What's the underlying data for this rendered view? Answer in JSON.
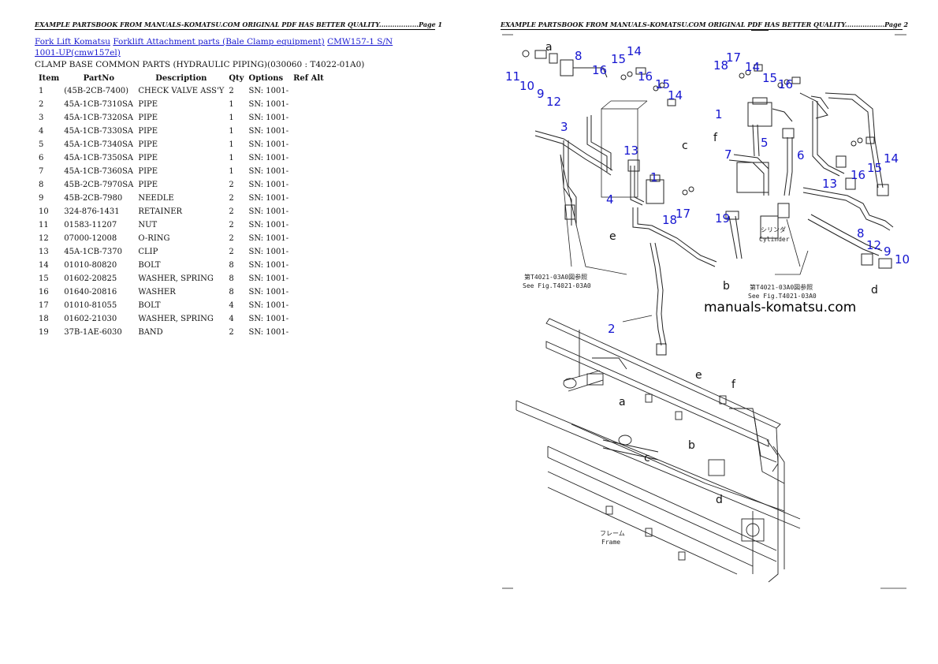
{
  "page1": {
    "header": "EXAMPLE PARTSBOOK FROM MANUALS-KOMATSU.COM ORIGINAL PDF HAS BETTER QUALITY..................Page 1",
    "breadcrumbs": [
      "Fork Lift Komatsu",
      "Forklift Attachment parts (Bale Clamp equipment)",
      "CMW157-1 S/N 1001-UP(cmw157el)"
    ],
    "title": "CLAMP BASE COMMON PARTS (HYDRAULIC PIPING)(030060 : T4022-01A0)",
    "columns": [
      "Item",
      "PartNo",
      "Description",
      "Qty",
      "Options",
      "Ref Alt"
    ],
    "rows": [
      [
        "1",
        "(45B-2CB-7400)",
        "CHECK VALVE ASS'Y",
        "2",
        "SN: 1001-",
        ""
      ],
      [
        "2",
        "45A-1CB-7310SA",
        "PIPE",
        "1",
        "SN: 1001-",
        ""
      ],
      [
        "3",
        "45A-1CB-7320SA",
        "PIPE",
        "1",
        "SN: 1001-",
        ""
      ],
      [
        "4",
        "45A-1CB-7330SA",
        "PIPE",
        "1",
        "SN: 1001-",
        ""
      ],
      [
        "5",
        "45A-1CB-7340SA",
        "PIPE",
        "1",
        "SN: 1001-",
        ""
      ],
      [
        "6",
        "45A-1CB-7350SA",
        "PIPE",
        "1",
        "SN: 1001-",
        ""
      ],
      [
        "7",
        "45A-1CB-7360SA",
        "PIPE",
        "1",
        "SN: 1001-",
        ""
      ],
      [
        "8",
        "45B-2CB-7970SA",
        "PIPE",
        "2",
        "SN: 1001-",
        ""
      ],
      [
        "9",
        "45B-2CB-7980",
        "NEEDLE",
        "2",
        "SN: 1001-",
        ""
      ],
      [
        "10",
        "324-876-1431",
        "RETAINER",
        "2",
        "SN: 1001-",
        ""
      ],
      [
        "11",
        "01583-11207",
        "NUT",
        "2",
        "SN: 1001-",
        ""
      ],
      [
        "12",
        "07000-12008",
        "O-RING",
        "2",
        "SN: 1001-",
        ""
      ],
      [
        "13",
        "45A-1CB-7370",
        "CLIP",
        "2",
        "SN: 1001-",
        ""
      ],
      [
        "14",
        "01010-80820",
        "BOLT",
        "8",
        "SN: 1001-",
        ""
      ],
      [
        "15",
        "01602-20825",
        "WASHER, SPRING",
        "8",
        "SN: 1001-",
        ""
      ],
      [
        "16",
        "01640-20816",
        "WASHER",
        "8",
        "SN: 1001-",
        ""
      ],
      [
        "17",
        "01010-81055",
        "BOLT",
        "4",
        "SN: 1001-",
        ""
      ],
      [
        "18",
        "01602-21030",
        "WASHER, SPRING",
        "4",
        "SN: 1001-",
        ""
      ],
      [
        "19",
        "37B-1AE-6030",
        "BAND",
        "2",
        "SN: 1001-",
        ""
      ]
    ]
  },
  "page2": {
    "header": "EXAMPLE PARTSBOOK FROM MANUALS-KOMATSU.COM ORIGINAL PDF HAS BETTER QUALITY..................Page 2",
    "watermark": "manuals-komatsu.com",
    "callouts": [
      {
        "n": "11"
      },
      {
        "n": "10"
      },
      {
        "n": "9"
      },
      {
        "n": "12"
      },
      {
        "n": "8"
      },
      {
        "n": "16"
      },
      {
        "n": "15"
      },
      {
        "n": "14"
      },
      {
        "n": "16"
      },
      {
        "n": "15"
      },
      {
        "n": "14"
      },
      {
        "n": "3"
      },
      {
        "n": "13"
      },
      {
        "n": "1"
      },
      {
        "n": "4"
      },
      {
        "n": "18"
      },
      {
        "n": "17"
      },
      {
        "n": "2"
      },
      {
        "n": "18"
      },
      {
        "n": "17"
      },
      {
        "n": "14"
      },
      {
        "n": "15"
      },
      {
        "n": "16"
      },
      {
        "n": "1"
      },
      {
        "n": "7"
      },
      {
        "n": "5"
      },
      {
        "n": "19"
      },
      {
        "n": "6"
      },
      {
        "n": "16"
      },
      {
        "n": "15"
      },
      {
        "n": "14"
      },
      {
        "n": "13"
      },
      {
        "n": "8"
      },
      {
        "n": "12"
      },
      {
        "n": "9"
      },
      {
        "n": "10"
      }
    ],
    "letters": [
      "a",
      "e",
      "b",
      "f",
      "c",
      "d",
      "e",
      "f",
      "a",
      "c",
      "b",
      "d"
    ],
    "notes": [
      "シリンダ",
      "Cylinder",
      "第T4021-03A0図参照",
      "See Fig.T4021-03A0",
      "第T4021-03A0図参照",
      "See Fig.T4021-03A0",
      "フレーム",
      "Frame"
    ],
    "callout_color": "#1515d0"
  }
}
